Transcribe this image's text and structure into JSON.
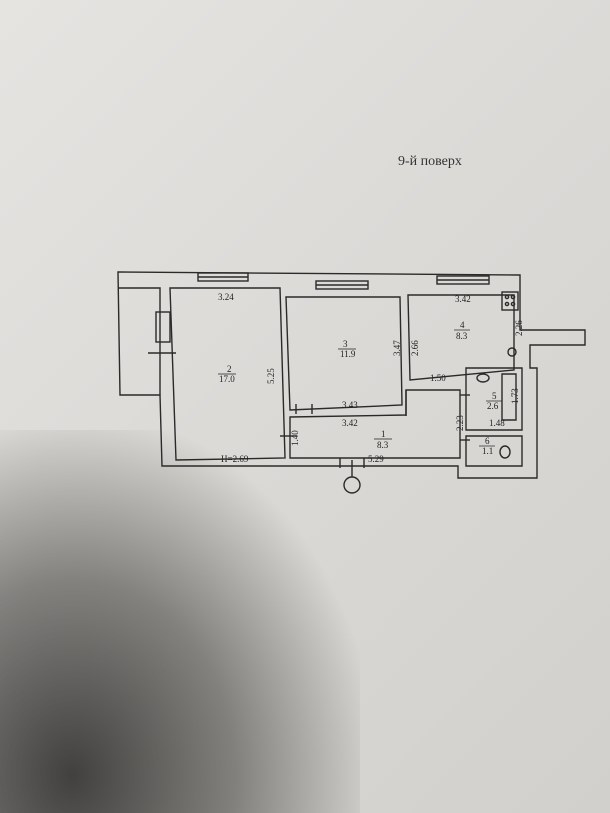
{
  "floor_title": "9-й поверх",
  "rooms": [
    {
      "number": "1",
      "area": "8.3"
    },
    {
      "number": "2",
      "area": "17.0"
    },
    {
      "number": "3",
      "area": "11.9"
    },
    {
      "number": "4",
      "area": "8.3"
    },
    {
      "number": "5",
      "area": "2.6"
    },
    {
      "number": "6",
      "area": "1.1"
    }
  ],
  "dimensions": {
    "room2_width": "3.24",
    "room2_length": "5.25",
    "room3_depth": "3.47",
    "room3_width": "3.43",
    "room4_width": "3.42",
    "room4_length": "2.66",
    "room4_side": "2.26",
    "hall_width": "3.42",
    "hall_depth": "1.40",
    "hall_total": "5.29",
    "corridor": "1.50",
    "bath_length": "1.73",
    "bath_width": "1.48",
    "bath_side": "2.23"
  },
  "ceiling_height": "Н=2.69"
}
